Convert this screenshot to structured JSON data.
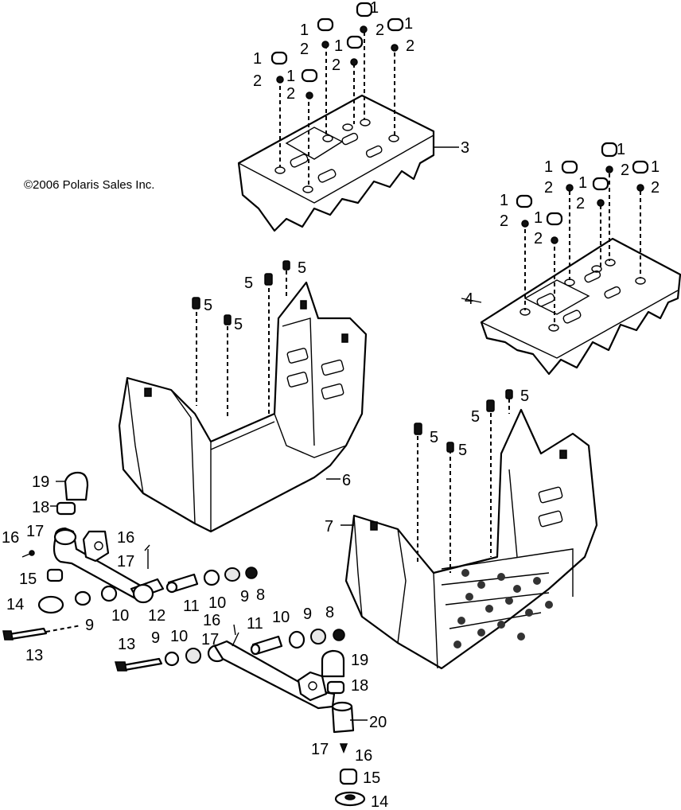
{
  "copyright": "©2006 Polaris Sales Inc.",
  "callouts": {
    "n1": "1",
    "n2": "2",
    "n3": "3",
    "n4": "4",
    "n5": "5",
    "n6": "6",
    "n7": "7",
    "n8": "8",
    "n9": "9",
    "n10": "10",
    "n11": "11",
    "n12": "12",
    "n13": "13",
    "n14": "14",
    "n15": "15",
    "n16": "16",
    "n17": "17",
    "n18": "18",
    "n19": "19",
    "n20": "20"
  }
}
